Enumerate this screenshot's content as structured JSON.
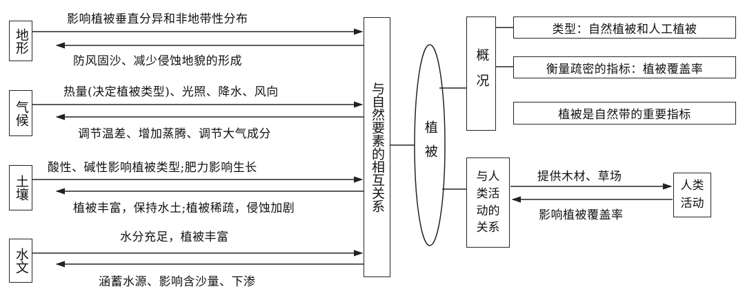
{
  "factors": {
    "terrain": {
      "name": "地形",
      "to_veg": "影响植被垂直分异和非地带性分布",
      "from_veg": "防风固沙、减少侵蚀地貌的形成"
    },
    "climate": {
      "name": "气候",
      "to_veg": "热量(决定植被类型)、光照、降水、风向",
      "from_veg": "调节温差、增加蒸腾、调节大气成分"
    },
    "soil": {
      "name": "土壤",
      "to_veg": "酸性、碱性影响植被类型;肥力影响生长",
      "from_veg": "植被丰富，保持水土;植被稀疏，侵蚀加剧"
    },
    "hydrology": {
      "name": "水文",
      "to_veg": "水分充足，植被丰富",
      "from_veg": "涵蓄水源、影响含沙量、下渗"
    }
  },
  "center_box": "与自然要素的相互关系",
  "vegetation": "植被",
  "overview": {
    "label": "概况",
    "items": [
      "类型：自然植被和人工植被",
      "衡量疏密的指标：植被覆盖率",
      "植被是自然带的重要指标"
    ]
  },
  "human": {
    "label": "与人类活动的关系",
    "target": "人类活动",
    "to_human": "提供木材、草场",
    "from_human": "影响植被覆盖率"
  },
  "colors": {
    "line": "#222222",
    "background": "#ffffff"
  }
}
